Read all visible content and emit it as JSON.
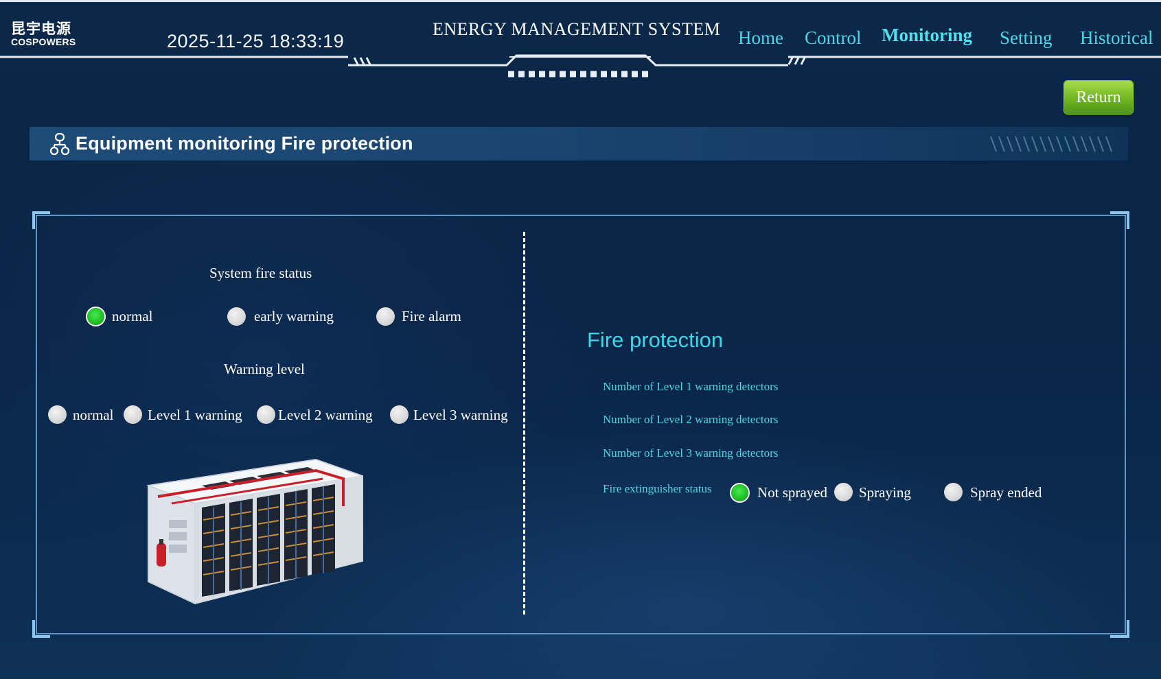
{
  "header": {
    "logo_cn": "昆宇电源",
    "logo_en": "COSPOWERS",
    "datetime": "2025-11-25 18:33:19",
    "title": "ENERGY MANAGEMENT SYSTEM",
    "nav": [
      {
        "label": "Home",
        "active": false
      },
      {
        "label": "Control",
        "active": false
      },
      {
        "label": "Monitoring",
        "active": true
      },
      {
        "label": "Setting",
        "active": false
      },
      {
        "label": "Historical",
        "active": false
      }
    ]
  },
  "return_label": "Return",
  "section": {
    "title": "Equipment monitoring Fire protection",
    "icon": "network-icon"
  },
  "system_fire_status": {
    "title": "System fire status",
    "options": [
      {
        "label": "normal",
        "active": true
      },
      {
        "label": "early warning",
        "active": false
      },
      {
        "label": "Fire alarm",
        "active": false
      }
    ]
  },
  "warning_level": {
    "title": "Warning level",
    "options": [
      {
        "label": "normal",
        "active": false
      },
      {
        "label": "Level 1 warning",
        "active": false
      },
      {
        "label": "Level 2 warning",
        "active": false
      },
      {
        "label": "Level 3 warning",
        "active": false
      }
    ]
  },
  "fire_protection": {
    "title": "Fire protection",
    "rows": [
      "Number of Level 1 warning detectors",
      "Number of Level 2 warning detectors",
      "Number of Level 3 warning detectors"
    ],
    "extinguisher_label": "Fire extinguisher status",
    "extinguisher_options": [
      {
        "label": "Not sprayed",
        "active": true
      },
      {
        "label": "Spraying",
        "active": false
      },
      {
        "label": "Spray ended",
        "active": false
      }
    ]
  },
  "colors": {
    "accent": "#4fd7e6",
    "indicator_on": "#1fbd25",
    "indicator_off": "#d8d8d8",
    "return_button": "#6fb421"
  }
}
